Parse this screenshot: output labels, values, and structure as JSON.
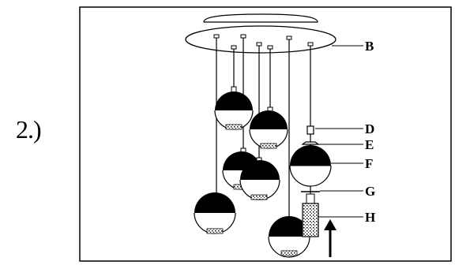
{
  "step": {
    "label": "2.)"
  },
  "callouts": {
    "B": "B",
    "D": "D",
    "E": "E",
    "F": "F",
    "G": "G",
    "H": "H"
  }
}
